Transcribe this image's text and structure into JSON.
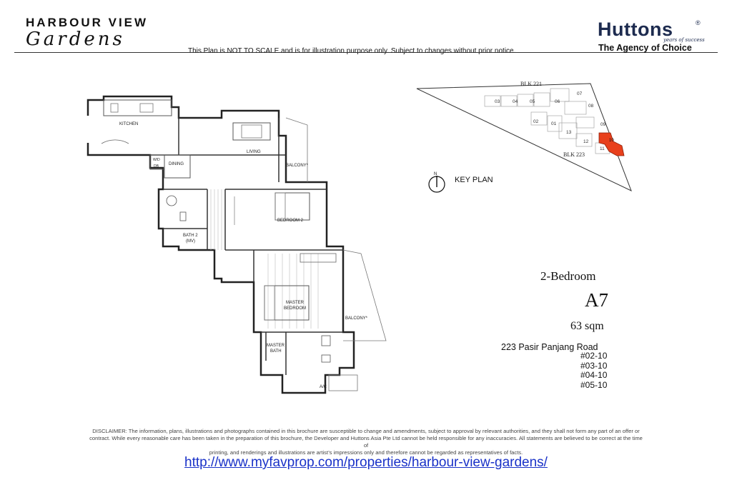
{
  "header": {
    "brand_line1": "HARBOUR VIEW",
    "brand_line2": "Gardens",
    "scale_note": "This Plan is NOT TO SCALE and is for illustration purpose only. Subject to changes without prior notice.",
    "agency_logo": "Huttons",
    "agency_reg": "®",
    "agency_years": "years of success",
    "agency_tagline": "The Agency of Choice"
  },
  "floor_plan": {
    "rooms": {
      "kitchen": "KITCHEN",
      "living": "LIVING",
      "dining": "DINING",
      "wd": "W/D",
      "db": "DB",
      "balcony_top": "BALCONY*",
      "bedroom2": "BEDROOM 2",
      "bath2_l1": "BATH 2",
      "bath2_l2": "(MV)",
      "master_l1": "MASTER",
      "master_l2": "BEDROOM",
      "master_bath_l1": "MASTER",
      "master_bath_l2": "BATH",
      "balcony_bottom": "BALCONY*",
      "ac": "A/C"
    }
  },
  "key_plan": {
    "label": "KEY PLAN",
    "north_letter": "N",
    "blk_top": "BLK 221",
    "blk_bottom": "BLK 223",
    "units": [
      "03",
      "04",
      "05",
      "06",
      "07",
      "08",
      "02",
      "01",
      "09",
      "13",
      "12",
      "10",
      "11"
    ],
    "highlight_unit": "10",
    "highlight_color": "#e8401c"
  },
  "unit_info": {
    "type": "2-Bedroom",
    "code": "A7",
    "area": "63 sqm",
    "address": "223 Pasir Panjang Road",
    "units": [
      "#02-10",
      "#03-10",
      "#04-10",
      "#05-10"
    ]
  },
  "footer": {
    "disclaimer_l1": "DISCLAIMER: The information, plans, illustrations and photographs contained in this brochure are susceptible to change and amendments, subject to approval by relevant authorities, and they shall not form any part of an offer or",
    "disclaimer_l2": "contract. While every reasonable care has been taken in the preparation of this brochure, the Developer and Huttons Asia Pte Ltd cannot be held responsible for any inaccuracies. All statements are believed to be correct at the time",
    "disclaimer_l3": "of",
    "disclaimer_l4": "printing, and renderings and illustrations are artist’s impressions only and therefore cannot be regarded as representatives of facts.",
    "url": "http://www.myfavprop.com/properties/harbour-view-gardens/"
  }
}
